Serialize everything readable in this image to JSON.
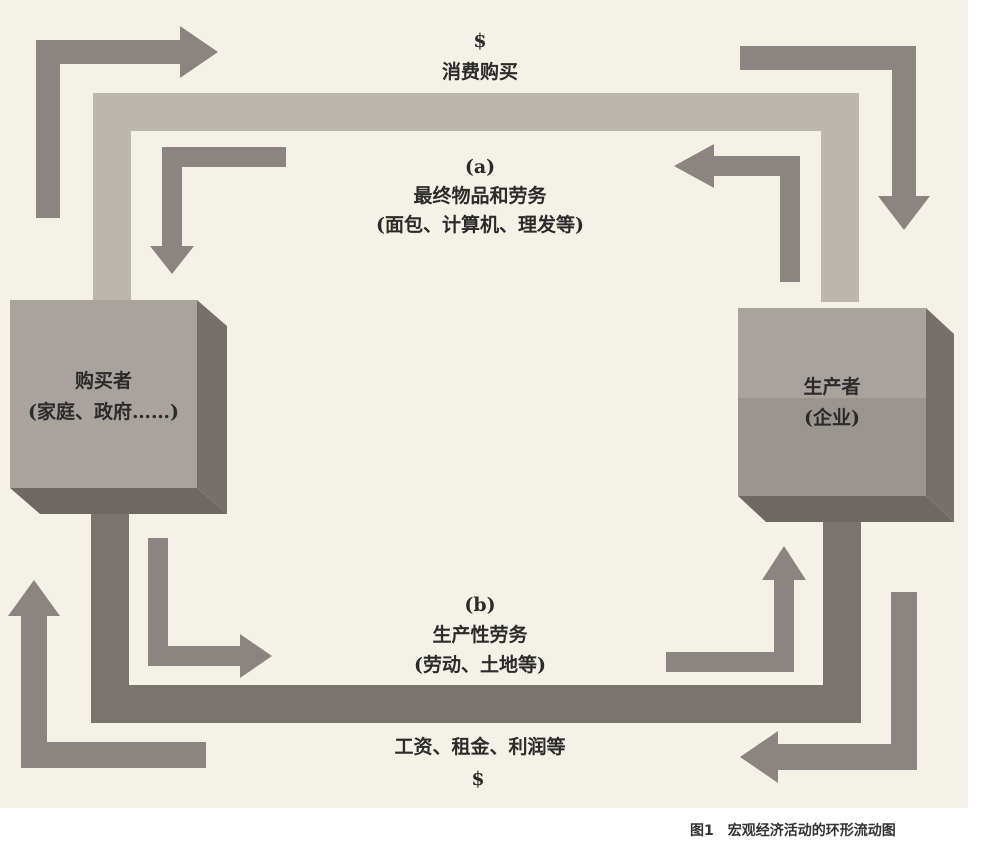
{
  "top": {
    "currency": "$",
    "flow_label": "消费购买",
    "section_marker": "(a)",
    "goods_title": "最终物品和劳务",
    "goods_examples": "(面包、计算机、理发等)"
  },
  "bottom": {
    "section_marker": "(b)",
    "services_title": "生产性劳务",
    "services_examples": "(劳动、土地等)",
    "income_label": "工资、租金、利润等",
    "currency": "$"
  },
  "buyer": {
    "title": "购买者",
    "subtitle": "(家庭、政府……)"
  },
  "producer": {
    "title": "生产者",
    "subtitle": "(企业)"
  },
  "caption": {
    "number": "图1",
    "text": "宏观经济活动的环形流动图"
  },
  "colors": {
    "background": "#f4f1e6",
    "outer_arrow": "#8a8580",
    "goods_loop": "#bdb8ae",
    "factor_loop": "#7a746e",
    "box_front": "#a8a39c",
    "box_side": "#76706a"
  }
}
